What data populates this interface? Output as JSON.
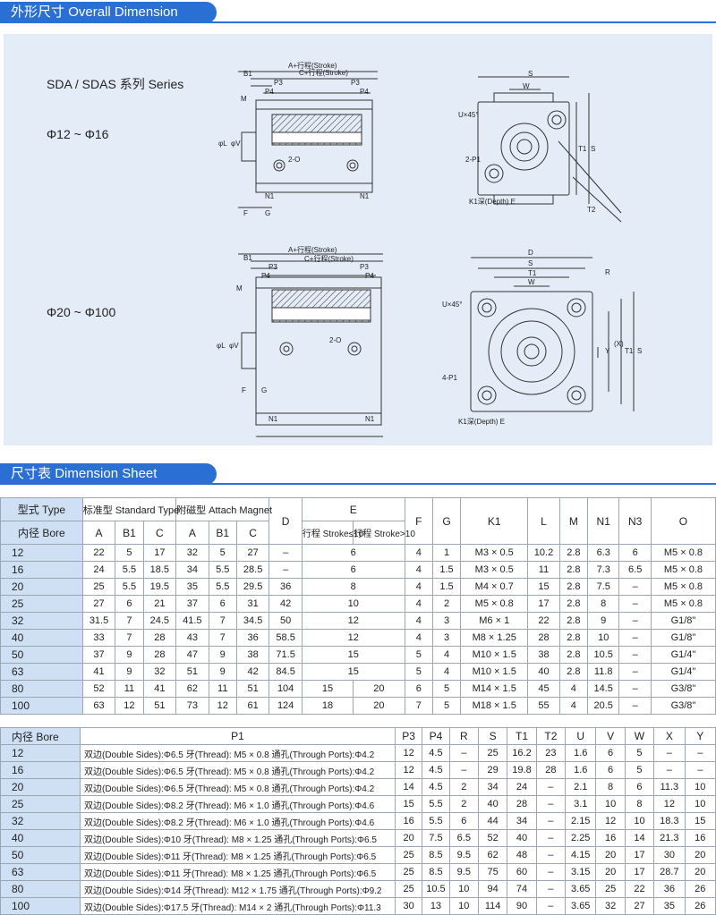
{
  "section1": {
    "title_cn": "外形尺寸",
    "title_en": "Overall Dimension"
  },
  "drawing": {
    "series": "SDA / SDAS 系列 Series",
    "range1": "Φ12 ~ Φ16",
    "range2": "Φ20 ~ Φ100",
    "labels": {
      "a_stroke": "A+行程(Stroke)",
      "c_stroke": "C+行程(Stroke)",
      "b1": "B1",
      "p3": "P3",
      "p4": "P4",
      "m": "M",
      "g": "G",
      "f": "F",
      "n1": "N1",
      "o2": "2-O",
      "s": "S",
      "w": "W",
      "t1": "T1",
      "t2": "T2",
      "u45": "U×45°",
      "p1_2": "2-P1",
      "p1_4": "4-P1",
      "k1": "K1深(Depth) E",
      "d": "D",
      "r": "R",
      "y": "Y",
      "x": "(X)",
      "phil": "φL",
      "phiv": "φV"
    }
  },
  "section2": {
    "title_cn": "尺寸表",
    "title_en": "Dimension Sheet"
  },
  "table1": {
    "h_type": "型式 Type",
    "h_bore": "内径 Bore",
    "h_standard": "标准型 Standard Type",
    "h_attach": "附磁型 Attach Magnet",
    "h_std_cols": [
      "A",
      "B1",
      "C"
    ],
    "h_att_cols": [
      "A",
      "B1",
      "C"
    ],
    "h_d": "D",
    "h_e": "E",
    "h_e1": "行程 Stroke≤10",
    "h_e2": "行程 Stroke>10",
    "h_f": "F",
    "h_g": "G",
    "h_k1": "K1",
    "h_l": "L",
    "h_m": "M",
    "h_n1": "N1",
    "h_n3": "N3",
    "h_o": "O",
    "rows": [
      [
        "12",
        "22",
        "5",
        "17",
        "32",
        "5",
        "27",
        "–",
        "6",
        "",
        "4",
        "1",
        "M3 × 0.5",
        "10.2",
        "2.8",
        "6.3",
        "6",
        "M5 × 0.8"
      ],
      [
        "16",
        "24",
        "5.5",
        "18.5",
        "34",
        "5.5",
        "28.5",
        "–",
        "6",
        "",
        "4",
        "1.5",
        "M3 × 0.5",
        "11",
        "2.8",
        "7.3",
        "6.5",
        "M5 × 0.8"
      ],
      [
        "20",
        "25",
        "5.5",
        "19.5",
        "35",
        "5.5",
        "29.5",
        "36",
        "8",
        "",
        "4",
        "1.5",
        "M4 × 0.7",
        "15",
        "2.8",
        "7.5",
        "–",
        "M5 × 0.8"
      ],
      [
        "25",
        "27",
        "6",
        "21",
        "37",
        "6",
        "31",
        "42",
        "10",
        "",
        "4",
        "2",
        "M5 × 0.8",
        "17",
        "2.8",
        "8",
        "–",
        "M5 × 0.8"
      ],
      [
        "32",
        "31.5",
        "7",
        "24.5",
        "41.5",
        "7",
        "34.5",
        "50",
        "12",
        "",
        "4",
        "3",
        "M6 × 1",
        "22",
        "2.8",
        "9",
        "–",
        "G1/8\""
      ],
      [
        "40",
        "33",
        "7",
        "28",
        "43",
        "7",
        "36",
        "58.5",
        "12",
        "",
        "4",
        "3",
        "M8 × 1.25",
        "28",
        "2.8",
        "10",
        "–",
        "G1/8\""
      ],
      [
        "50",
        "37",
        "9",
        "28",
        "47",
        "9",
        "38",
        "71.5",
        "15",
        "",
        "5",
        "4",
        "M10 × 1.5",
        "38",
        "2.8",
        "10.5",
        "–",
        "G1/4\""
      ],
      [
        "63",
        "41",
        "9",
        "32",
        "51",
        "9",
        "42",
        "84.5",
        "15",
        "",
        "5",
        "4",
        "M10 × 1.5",
        "40",
        "2.8",
        "11.8",
        "–",
        "G1/4\""
      ],
      [
        "80",
        "52",
        "11",
        "41",
        "62",
        "11",
        "51",
        "104",
        "15",
        "20",
        "6",
        "5",
        "M14 × 1.5",
        "45",
        "4",
        "14.5",
        "–",
        "G3/8\""
      ],
      [
        "100",
        "63",
        "12",
        "51",
        "73",
        "12",
        "61",
        "124",
        "18",
        "20",
        "7",
        "5",
        "M18 × 1.5",
        "55",
        "4",
        "20.5",
        "–",
        "G3/8\""
      ]
    ]
  },
  "table2": {
    "headers": [
      "内径 Bore",
      "P1",
      "P3",
      "P4",
      "R",
      "S",
      "T1",
      "T2",
      "U",
      "V",
      "W",
      "X",
      "Y"
    ],
    "rows": [
      [
        "12",
        "双边(Double Sides):Φ6.5   牙(Thread): M5 × 0.8   通孔(Through Ports):Φ4.2",
        "12",
        "4.5",
        "–",
        "25",
        "16.2",
        "23",
        "1.6",
        "6",
        "5",
        "–",
        "–"
      ],
      [
        "16",
        "双边(Double Sides):Φ6.5   牙(Thread): M5 × 0.8   通孔(Through Ports):Φ4.2",
        "12",
        "4.5",
        "–",
        "29",
        "19.8",
        "28",
        "1.6",
        "6",
        "5",
        "–",
        "–"
      ],
      [
        "20",
        "双边(Double Sides):Φ6.5   牙(Thread): M5 × 0.8   通孔(Through Ports):Φ4.2",
        "14",
        "4.5",
        "2",
        "34",
        "24",
        "–",
        "2.1",
        "8",
        "6",
        "11.3",
        "10"
      ],
      [
        "25",
        "双边(Double Sides):Φ8.2   牙(Thread): M6 × 1.0   通孔(Through Ports):Φ4.6",
        "15",
        "5.5",
        "2",
        "40",
        "28",
        "–",
        "3.1",
        "10",
        "8",
        "12",
        "10"
      ],
      [
        "32",
        "双边(Double Sides):Φ8.2   牙(Thread): M6 × 1.0   通孔(Through Ports):Φ4.6",
        "16",
        "5.5",
        "6",
        "44",
        "34",
        "–",
        "2.15",
        "12",
        "10",
        "18.3",
        "15"
      ],
      [
        "40",
        "双边(Double Sides):Φ10   牙(Thread): M8 × 1.25   通孔(Through Ports):Φ6.5",
        "20",
        "7.5",
        "6.5",
        "52",
        "40",
        "–",
        "2.25",
        "16",
        "14",
        "21.3",
        "16"
      ],
      [
        "50",
        "双边(Double Sides):Φ11   牙(Thread): M8 × 1.25   通孔(Through Ports):Φ6.5",
        "25",
        "8.5",
        "9.5",
        "62",
        "48",
        "–",
        "4.15",
        "20",
        "17",
        "30",
        "20"
      ],
      [
        "63",
        "双边(Double Sides):Φ11   牙(Thread): M8 × 1.25   通孔(Through Ports):Φ6.5",
        "25",
        "8.5",
        "9.5",
        "75",
        "60",
        "–",
        "3.15",
        "20",
        "17",
        "28.7",
        "20"
      ],
      [
        "80",
        "双边(Double Sides):Φ14   牙(Thread): M12 × 1.75   通孔(Through Ports):Φ9.2",
        "25",
        "10.5",
        "10",
        "94",
        "74",
        "–",
        "3.65",
        "25",
        "22",
        "36",
        "26"
      ],
      [
        "100",
        "双边(Double Sides):Φ17.5   牙(Thread): M14 × 2   通孔(Through Ports):Φ11.3",
        "30",
        "13",
        "10",
        "114",
        "90",
        "–",
        "3.65",
        "32",
        "27",
        "35",
        "26"
      ]
    ]
  }
}
